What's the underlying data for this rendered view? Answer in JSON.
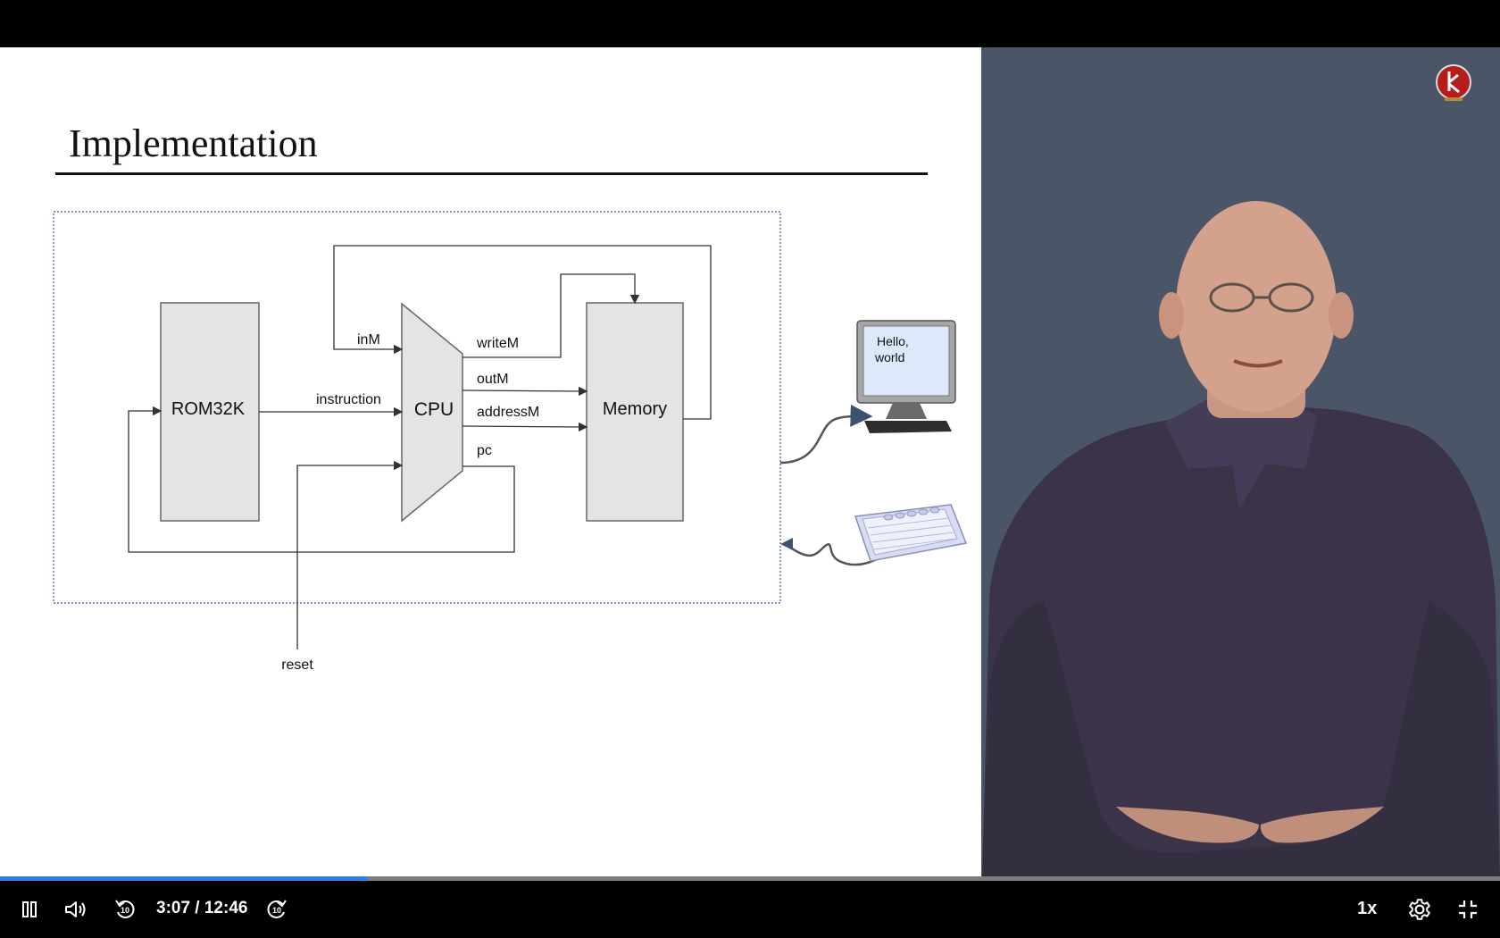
{
  "slide": {
    "title": "Implementation",
    "diagram": {
      "rom_label": "ROM32K",
      "cpu_label": "CPU",
      "memory_label": "Memory",
      "inM": "inM",
      "writeM": "writeM",
      "outM": "outM",
      "addressM": "addressM",
      "pc": "pc",
      "instruction": "instruction",
      "reset": "reset",
      "screen_text_line1": "Hello,",
      "screen_text_line2": "world"
    }
  },
  "video": {
    "progress_percent": 24.5,
    "progress_color": "#2f7fe6",
    "time_display": "3:07 / 12:46"
  },
  "controls": {
    "play_pause_icon": "pause-icon",
    "volume_icon": "volume-icon",
    "rewind_icon": "rewind-10-icon",
    "forward_icon": "forward-10-icon",
    "speed": "1x",
    "settings_icon": "gear-icon",
    "fullscreen_icon": "exit-fullscreen-icon"
  }
}
